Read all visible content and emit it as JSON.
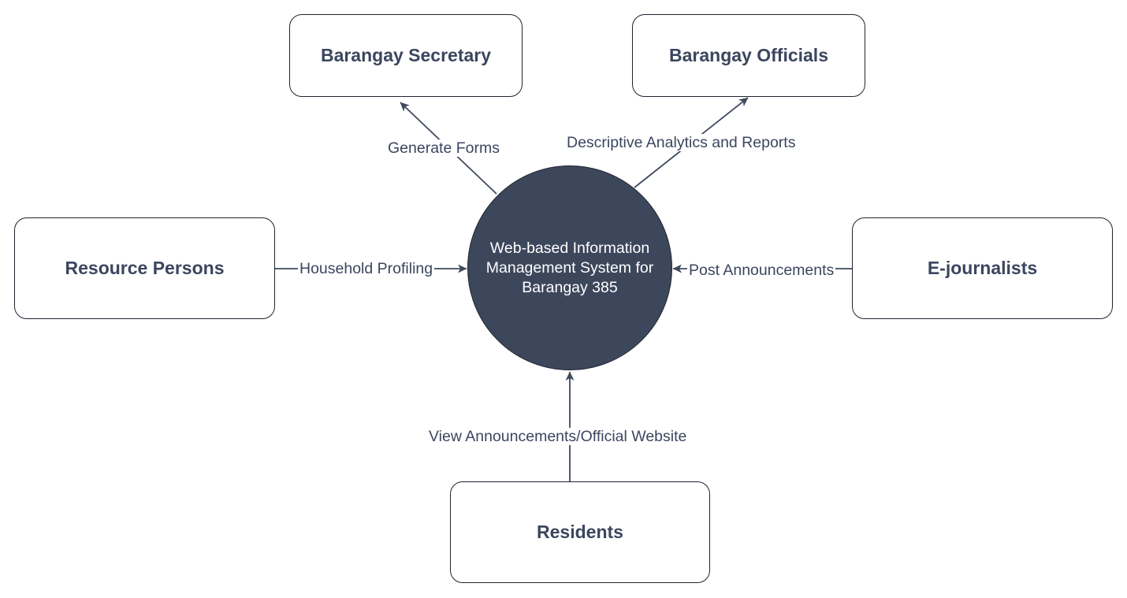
{
  "process": {
    "lines": [
      "Web-based Information",
      "Management System for",
      "Barangay 385"
    ]
  },
  "entities": {
    "secretary": "Barangay Secretary",
    "officials": "Barangay Officials",
    "resource_persons": "Resource Persons",
    "e_journalists": "E-journalists",
    "residents": "Residents"
  },
  "flows": {
    "generate_forms": "Generate Forms",
    "analytics_reports": "Descriptive Analytics and Reports",
    "household_profiling": "Household Profiling",
    "post_announcements": "Post Announcements",
    "view_announcements": "View Announcements/Official Website"
  },
  "colors": {
    "process_fill": "#3d475c",
    "text": "#3b465e",
    "arrow": "#3f4a5e",
    "border": "#1f2430"
  }
}
